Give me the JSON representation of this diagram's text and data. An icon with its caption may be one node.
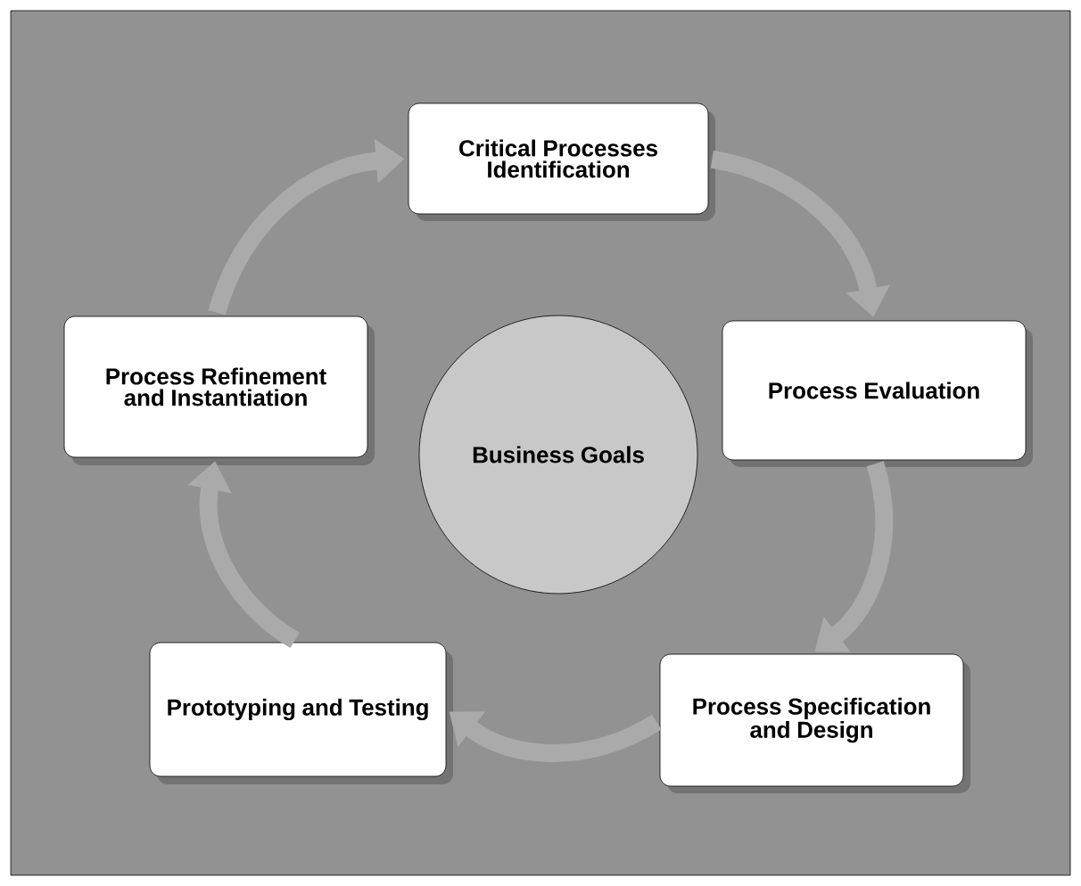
{
  "diagram": {
    "nodes": [
      {
        "text": [
          "Business Goals"
        ]
      },
      {
        "text": [
          "Critical Processes Identification"
        ]
      },
      {
        "text": [
          "Process Evaluation"
        ]
      },
      {
        "text": [
          "Process Specification and Design"
        ]
      },
      {
        "text": [
          "Prototyping and Testing"
        ]
      },
      {
        "text": [
          "Process Refinement and Instantiation"
        ]
      }
    ],
    "edges": [
      {
        "from": 1,
        "to": 2,
        "arrow": "to"
      },
      {
        "from": 2,
        "to": 3,
        "arrow": "to"
      },
      {
        "from": 3,
        "to": 4,
        "arrow": "to"
      },
      {
        "from": 4,
        "to": 5,
        "arrow": "to"
      },
      {
        "from": 5,
        "to": 1,
        "arrow": "to"
      }
    ]
  }
}
